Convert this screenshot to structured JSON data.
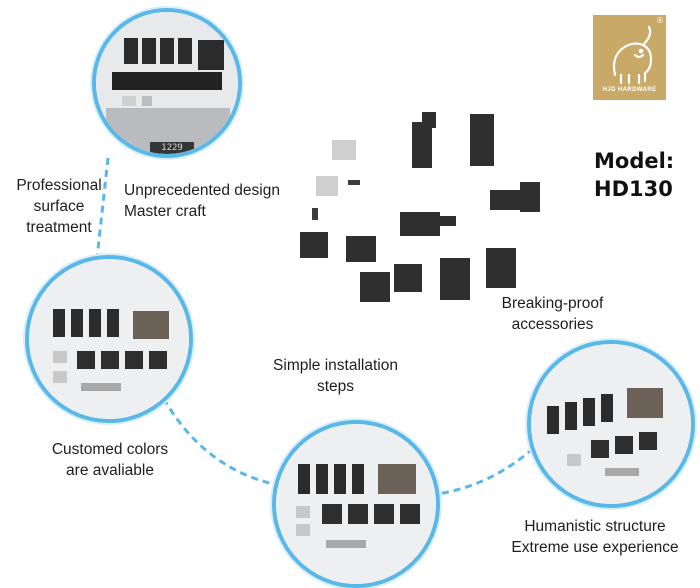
{
  "brand": {
    "logo_text": "HJD HARDWARE",
    "registered_mark": "®",
    "logo_color": "#c9a968"
  },
  "model": {
    "label": "Model:",
    "value": "HD130"
  },
  "scale_readout": "1229",
  "captions": {
    "professional": [
      "Professional",
      "surface",
      "treatment"
    ],
    "unprecedented": [
      "Unprecedented design",
      "Master craft"
    ],
    "breaking": [
      "Breaking-proof",
      "accessories"
    ],
    "simple": [
      "Simple installation",
      "steps"
    ],
    "customed": [
      "Customed colors",
      "are avaliable"
    ],
    "humanistic": [
      "Humanistic structure",
      "Extreme use experience"
    ]
  },
  "colors": {
    "accent": "#5ab8e8",
    "part_black": "#2b2b2b",
    "part_brown": "#6b6157",
    "metal": "#c8c8c8"
  }
}
